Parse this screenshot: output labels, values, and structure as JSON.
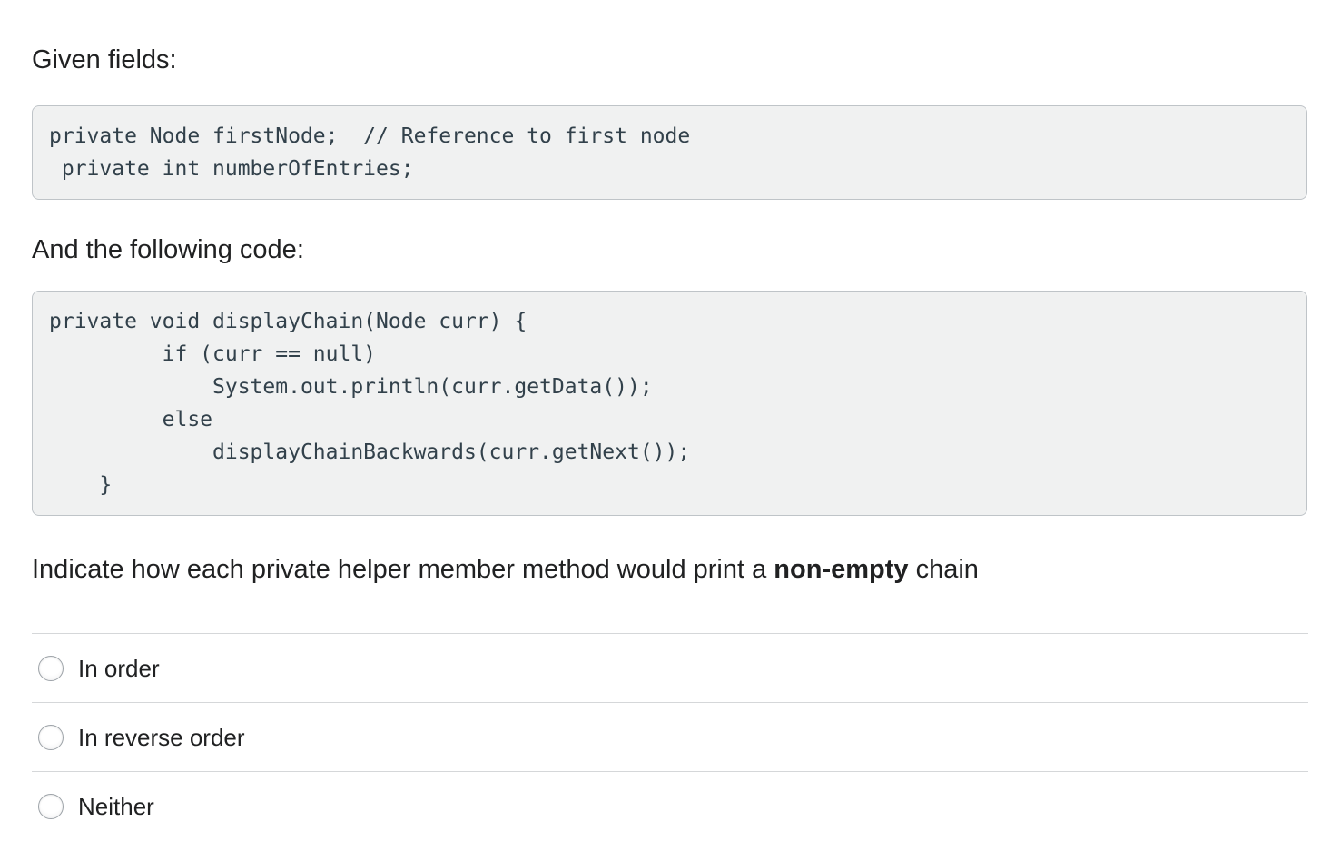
{
  "page": {
    "given_fields_label": "Given fields:",
    "following_code_label": "And the following code:",
    "question": {
      "prefix": "Indicate how each private helper member method would print a ",
      "bold": "non-empty",
      "suffix": " chain"
    }
  },
  "code_blocks": {
    "fields": "private Node firstNode;  // Reference to first node\n private int numberOfEntries;",
    "display_chain": "private void displayChain(Node curr) {\n         if (curr == null)\n             System.out.println(curr.getData());\n         else\n             displayChainBackwards(curr.getNext());\n    }"
  },
  "options": [
    {
      "label": "In order"
    },
    {
      "label": "In reverse order"
    },
    {
      "label": "Neither"
    }
  ],
  "colors": {
    "text": "#202122",
    "code_text": "#32414b",
    "code_background": "#f0f1f1",
    "code_border": "#bfc4c8",
    "divider": "#d5d7d9",
    "radio_border": "#9da3a8"
  }
}
